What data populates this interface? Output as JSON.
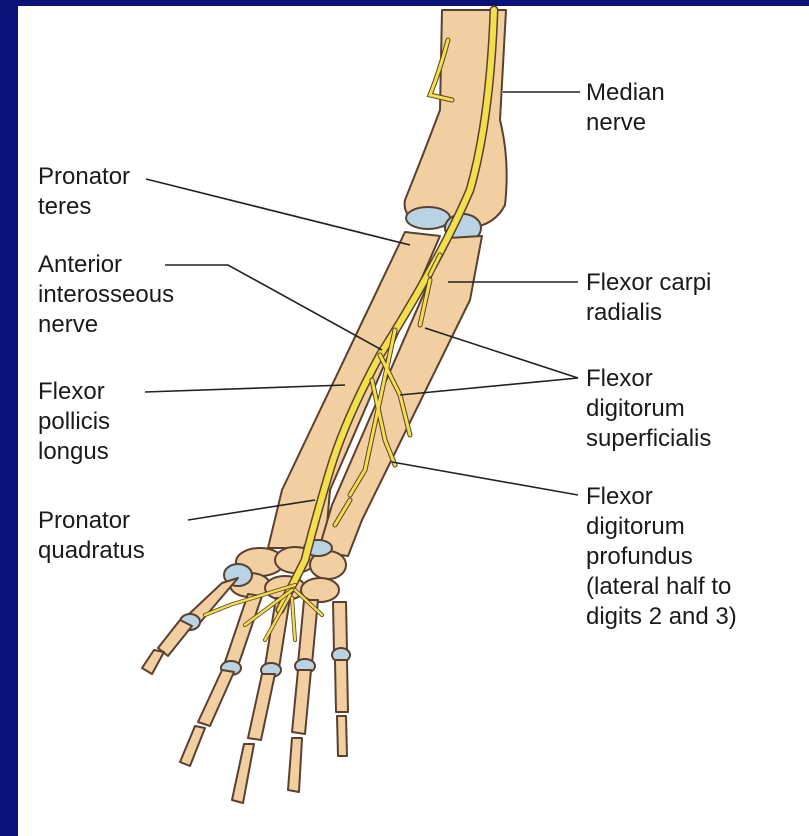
{
  "labels": {
    "median": [
      "Median",
      "nerve"
    ],
    "pronator_teres": [
      "Pronator",
      "teres"
    ],
    "anterior_interosseous": [
      "Anterior",
      "interosseous",
      "nerve"
    ],
    "fpl": [
      "Flexor",
      "pollicis",
      "longus"
    ],
    "pronator_quadratus": [
      "Pronator",
      "quadratus"
    ],
    "fcr": [
      "Flexor carpi",
      "radialis"
    ],
    "fds": [
      "Flexor",
      "digitorum",
      "superficialis"
    ],
    "fdp": [
      "Flexor",
      "digitorum",
      "profundus",
      "(lateral half to",
      "digits 2 and 3)"
    ]
  },
  "colors": {
    "slide_background": "#0a1478",
    "bone": "#f2cfa0",
    "bone_outline": "#5a4030",
    "nerve": "#f2e04a",
    "cartilage": "#b8d4e4",
    "leader": "#222222"
  }
}
